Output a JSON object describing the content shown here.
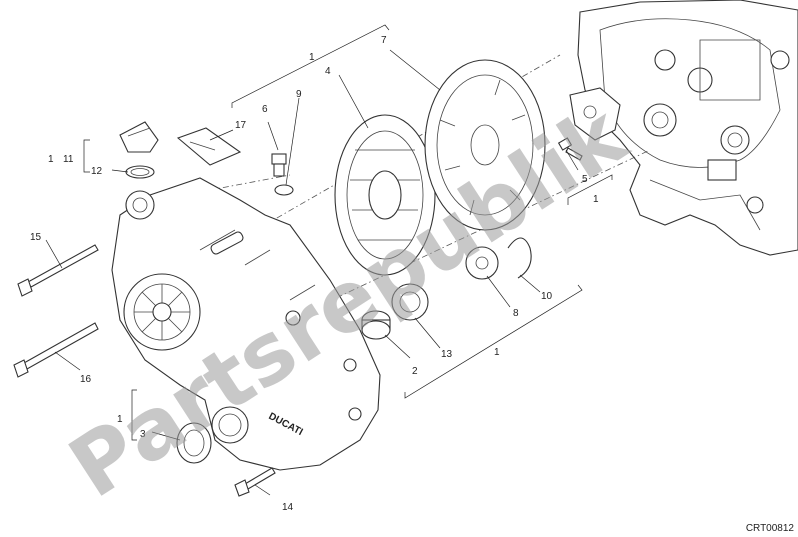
{
  "diagram": {
    "code": "CRT00812",
    "watermark": "Partsrepublik",
    "callouts": {
      "c1_top": "1",
      "c7": "7",
      "c4": "4",
      "c6": "6",
      "c9": "9",
      "c17": "17",
      "c11": "11",
      "c1_left": "1",
      "c12": "12",
      "c15": "15",
      "c16": "16",
      "c5": "5",
      "c1_right": "1",
      "c8": "8",
      "c10": "10",
      "c13": "13",
      "c2": "2",
      "c1_bottom": "1",
      "c1_lower": "1",
      "c3": "3",
      "c14": "14"
    },
    "cover_logo": "DUCATI"
  }
}
